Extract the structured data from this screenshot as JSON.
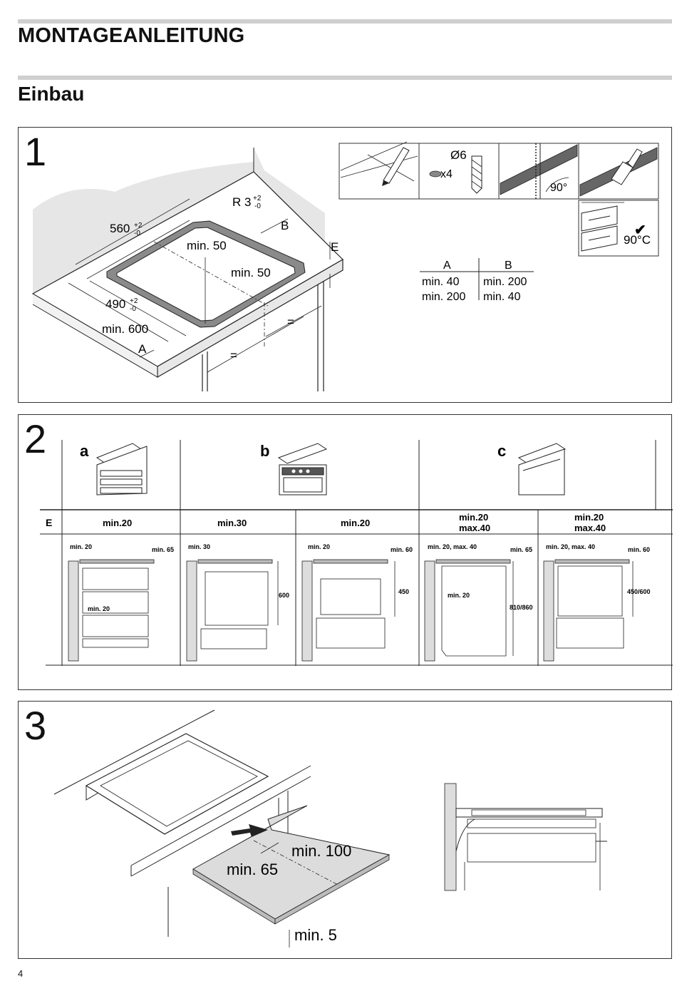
{
  "header": {
    "title": "MONTAGEANLEITUNG",
    "subtitle": "Einbau"
  },
  "step1": {
    "number": "1",
    "dim_width_base": "560",
    "dim_width_tol_plus": "+2",
    "dim_width_tol_minus": "-0",
    "dim_radius_base": "R 3",
    "dim_radius_tol_plus": "+2",
    "dim_radius_tol_minus": "-0",
    "dim_depth_base": "490",
    "dim_depth_tol_plus": "+2",
    "dim_depth_tol_minus": "-0",
    "min50_back": "min. 50",
    "min50_right": "min. 50",
    "min600": "min. 600",
    "label_a": "A",
    "label_b": "B",
    "label_e": "E",
    "equal1": "=",
    "equal2": "=",
    "drill_size": "Ø6",
    "dowel_count": "x4",
    "angle_label": "90°",
    "temp_label": "90°C",
    "check_mark": "✔",
    "table": {
      "headers": [
        "A",
        "B"
      ],
      "rows": [
        [
          "min. 40",
          "min. 200"
        ],
        [
          "min. 200",
          "min. 40"
        ]
      ]
    }
  },
  "step2": {
    "number": "2",
    "col_labels": [
      "a",
      "b",
      "c"
    ],
    "e_label": "E",
    "e_values": [
      [
        "min.20"
      ],
      [
        "min.30"
      ],
      [
        "min.20"
      ],
      [
        "min.20",
        "max.40"
      ],
      [
        "min.20",
        "max.40"
      ]
    ],
    "cell_labels": [
      {
        "top_left": "min. 20",
        "top_right": "min. 65",
        "side": "min. 20",
        "height": ""
      },
      {
        "top_left": "min. 30",
        "top_right": "",
        "side": "",
        "height": "600"
      },
      {
        "top_left": "min. 20",
        "top_right": "min. 60",
        "side": "",
        "height": "450"
      },
      {
        "top_left": "min. 20, max. 40",
        "top_right": "min. 65",
        "side": "min. 20",
        "height": "810/860"
      },
      {
        "top_left": "min. 20, max. 40",
        "top_right": "min. 60",
        "side": "",
        "height": "450/600"
      }
    ]
  },
  "step3": {
    "number": "3",
    "min100": "min. 100",
    "min65": "min. 65",
    "min5": "min. 5"
  },
  "footer": {
    "page": "4"
  }
}
